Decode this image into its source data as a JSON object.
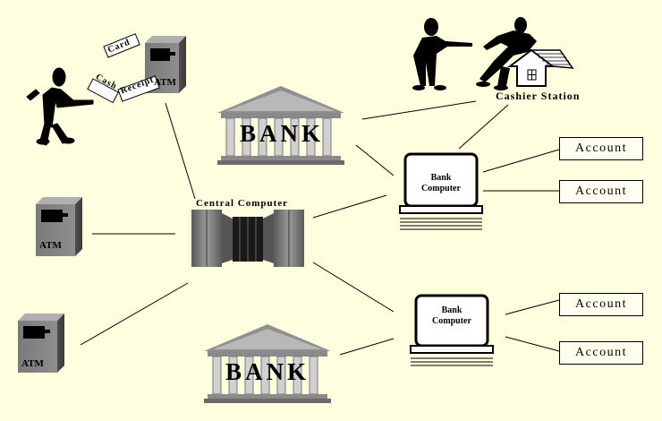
{
  "diagram": {
    "bank_label": "BANK",
    "atm_label": "ATM",
    "central_computer_label": "Central Computer",
    "bank_computer_label_line1": "Bank",
    "bank_computer_label_line2": "Computer",
    "cashier_station_label": "Cashier Station",
    "account_label": "Account",
    "card_label": "Card",
    "cash_label": "Cash",
    "receipt_label": "Receipt",
    "colors": {
      "background": "#ffffe0",
      "box_fill": "#fffff0",
      "line": "#000000"
    }
  }
}
